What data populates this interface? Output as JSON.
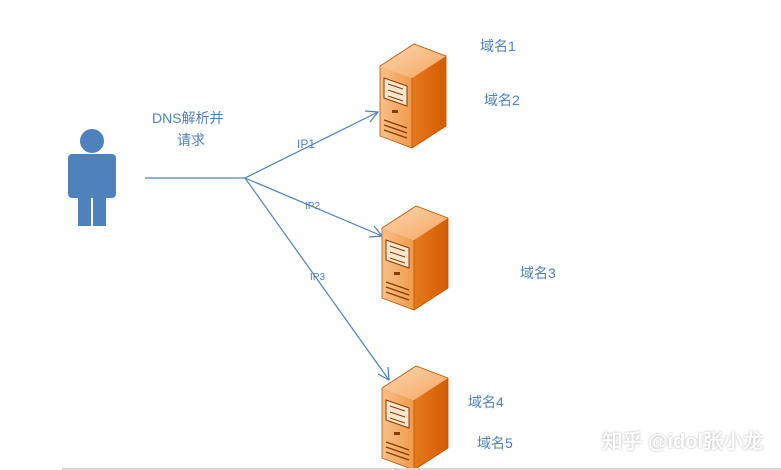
{
  "user": {
    "caption_line1": "DNS解析并",
    "caption_line2": "请求",
    "color": "#4f81bd"
  },
  "connections": [
    {
      "label": "IP1"
    },
    {
      "label": "IP2"
    },
    {
      "label": "IP3"
    }
  ],
  "servers": [
    {
      "domains": [
        "域名1",
        "域名2"
      ]
    },
    {
      "domains": [
        "域名3"
      ]
    },
    {
      "domains": [
        "域名4",
        "域名5"
      ]
    }
  ],
  "colors": {
    "line": "#4f81bd",
    "text": "#4f81bd",
    "server_front": "#e46c0a",
    "server_side": "#f5a35b"
  },
  "watermark": "知乎 @idol张小龙"
}
